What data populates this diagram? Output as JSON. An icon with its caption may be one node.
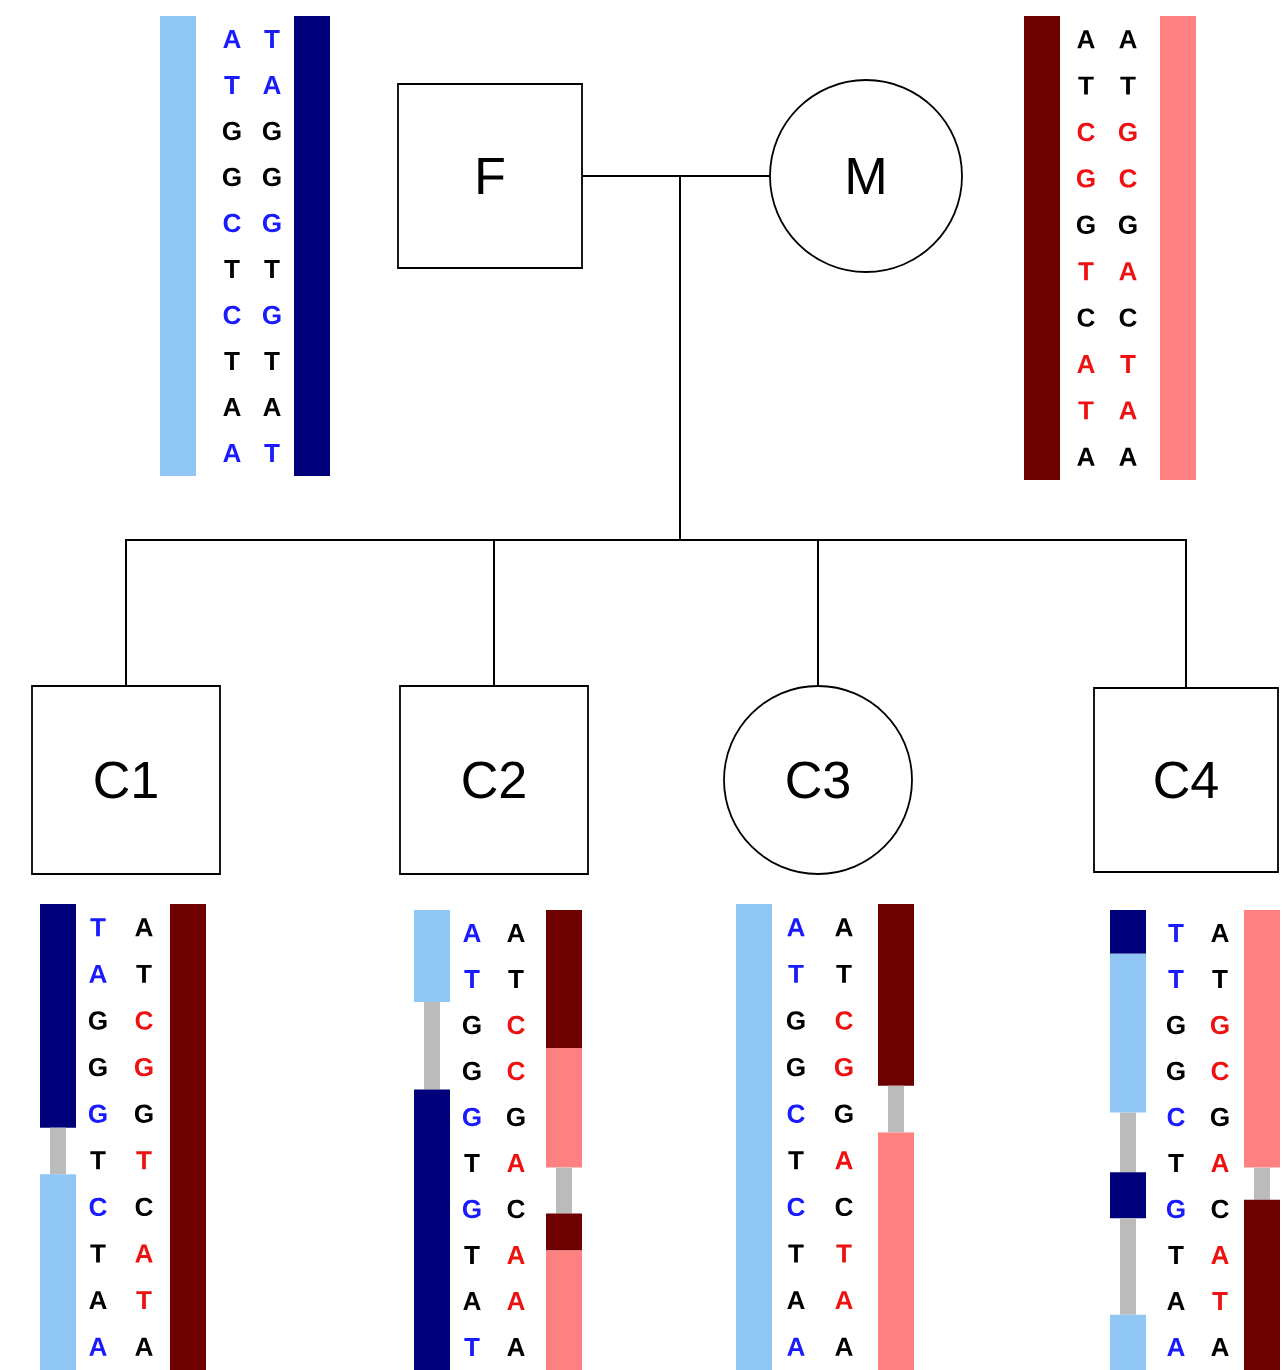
{
  "diagram": {
    "nodes": [
      {
        "text": [
          "F"
        ]
      },
      {
        "text": [
          "M"
        ]
      },
      {
        "text": [
          "C1"
        ]
      },
      {
        "text": [
          "C2"
        ]
      },
      {
        "text": [
          "C3"
        ]
      },
      {
        "text": [
          "C4"
        ]
      }
    ],
    "edges": [
      {
        "from": 0,
        "to": 1,
        "arrow": "none"
      },
      {
        "from": 0,
        "to": 2,
        "arrow": "none"
      },
      {
        "from": 0,
        "to": 3,
        "arrow": "none"
      },
      {
        "from": 0,
        "to": 4,
        "arrow": "none"
      },
      {
        "from": 0,
        "to": 5,
        "arrow": "none"
      },
      {
        "from": 1,
        "to": 2,
        "arrow": "none"
      },
      {
        "from": 1,
        "to": 3,
        "arrow": "none"
      },
      {
        "from": 1,
        "to": 4,
        "arrow": "none"
      },
      {
        "from": 1,
        "to": 5,
        "arrow": "none"
      }
    ],
    "labels": [
      "A",
      "T",
      "T",
      "A",
      "G",
      "G",
      "G",
      "G",
      "C",
      "G",
      "T",
      "T",
      "C",
      "G",
      "T",
      "T",
      "A",
      "A",
      "A",
      "T",
      "A",
      "A",
      "T",
      "T",
      "C",
      "G",
      "G",
      "C",
      "G",
      "G",
      "T",
      "A",
      "C",
      "C",
      "A",
      "T",
      "T",
      "A",
      "A",
      "A",
      "T",
      "A",
      "A",
      "T",
      "G",
      "C",
      "G",
      "G",
      "G",
      "G",
      "T",
      "T",
      "C",
      "C",
      "T",
      "A",
      "A",
      "T",
      "A",
      "A",
      "A",
      "A",
      "T",
      "T",
      "G",
      "C",
      "G",
      "C",
      "G",
      "G",
      "T",
      "A",
      "G",
      "C",
      "T",
      "A",
      "A",
      "A",
      "T",
      "A",
      "A",
      "A",
      "T",
      "T",
      "G",
      "C",
      "G",
      "G",
      "C",
      "G",
      "T",
      "A",
      "C",
      "C",
      "T",
      "T",
      "A",
      "A",
      "A",
      "A",
      "T",
      "A",
      "T",
      "T",
      "G",
      "G",
      "G",
      "C",
      "C",
      "G",
      "T",
      "A",
      "G",
      "C",
      "T",
      "A",
      "A",
      "T",
      "A",
      "A"
    ]
  }
}
